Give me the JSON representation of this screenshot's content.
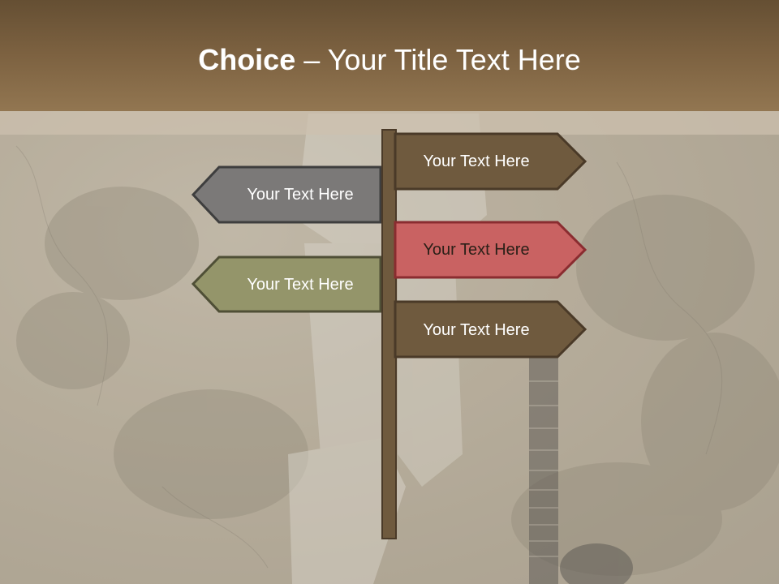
{
  "slide": {
    "title_bold": "Choice",
    "title_rest": " – Your Title Text Here"
  },
  "signs": [
    {
      "label": "Your Text Here",
      "direction": "right",
      "color": "#6f5a3e"
    },
    {
      "label": "Your Text Here",
      "direction": "left",
      "color": "#7b7978"
    },
    {
      "label": "Your Text Here",
      "direction": "right",
      "color": "#c96262"
    },
    {
      "label": "Your Text Here",
      "direction": "left",
      "color": "#94956a"
    },
    {
      "label": "Your Text Here",
      "direction": "right",
      "color": "#6f5a3e"
    }
  ],
  "colors": {
    "header": "#7d6241",
    "post": "#6f5a3e",
    "sign_outline": "#4a3a28"
  }
}
